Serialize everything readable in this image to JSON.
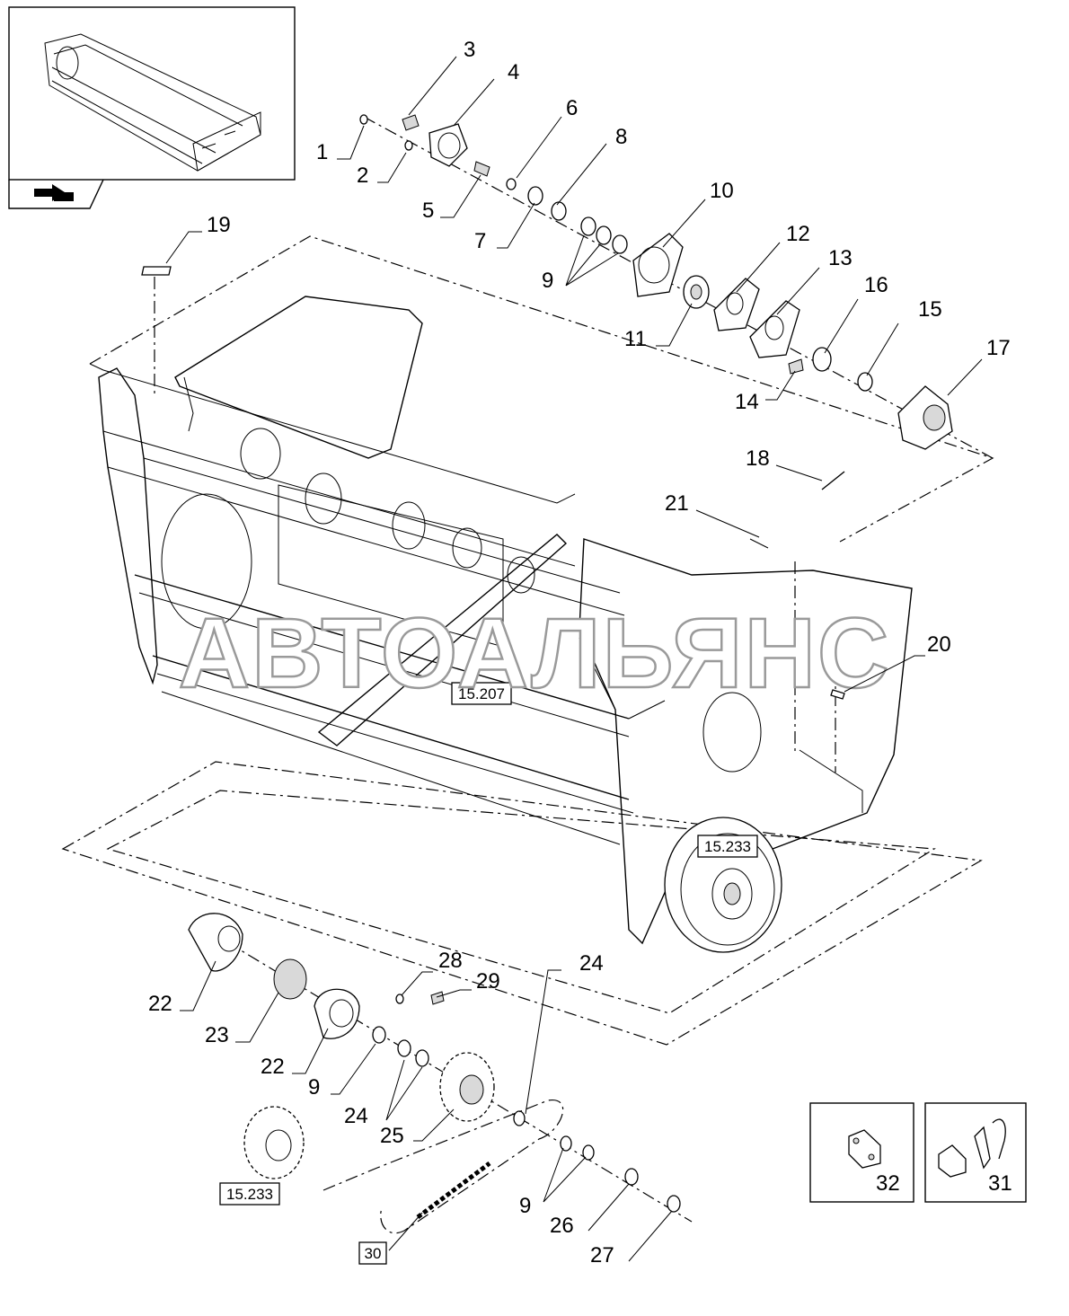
{
  "watermark": "АВТОАЛЬЯНС",
  "reference_boxes": {
    "main_frame": "15.207",
    "pulley": "15.233",
    "sprocket": "15.233",
    "chain": "30"
  },
  "callouts": [
    {
      "id": "c1",
      "label": "1"
    },
    {
      "id": "c2",
      "label": "2"
    },
    {
      "id": "c3",
      "label": "3"
    },
    {
      "id": "c4",
      "label": "4"
    },
    {
      "id": "c5",
      "label": "5"
    },
    {
      "id": "c6",
      "label": "6"
    },
    {
      "id": "c7",
      "label": "7"
    },
    {
      "id": "c8",
      "label": "8"
    },
    {
      "id": "c9a",
      "label": "9"
    },
    {
      "id": "c10",
      "label": "10"
    },
    {
      "id": "c11",
      "label": "11"
    },
    {
      "id": "c12",
      "label": "12"
    },
    {
      "id": "c13",
      "label": "13"
    },
    {
      "id": "c14",
      "label": "14"
    },
    {
      "id": "c15",
      "label": "15"
    },
    {
      "id": "c16",
      "label": "16"
    },
    {
      "id": "c17",
      "label": "17"
    },
    {
      "id": "c18",
      "label": "18"
    },
    {
      "id": "c19",
      "label": "19"
    },
    {
      "id": "c20",
      "label": "20"
    },
    {
      "id": "c21",
      "label": "21"
    },
    {
      "id": "c22a",
      "label": "22"
    },
    {
      "id": "c22b",
      "label": "22"
    },
    {
      "id": "c23",
      "label": "23"
    },
    {
      "id": "c24a",
      "label": "24"
    },
    {
      "id": "c24b",
      "label": "24"
    },
    {
      "id": "c25",
      "label": "25"
    },
    {
      "id": "c26",
      "label": "26"
    },
    {
      "id": "c27",
      "label": "27"
    },
    {
      "id": "c28",
      "label": "28"
    },
    {
      "id": "c29",
      "label": "29"
    },
    {
      "id": "c9b",
      "label": "9"
    },
    {
      "id": "c9c",
      "label": "9"
    }
  ],
  "inset_links": {
    "link_right": "32",
    "link_left": "31"
  }
}
